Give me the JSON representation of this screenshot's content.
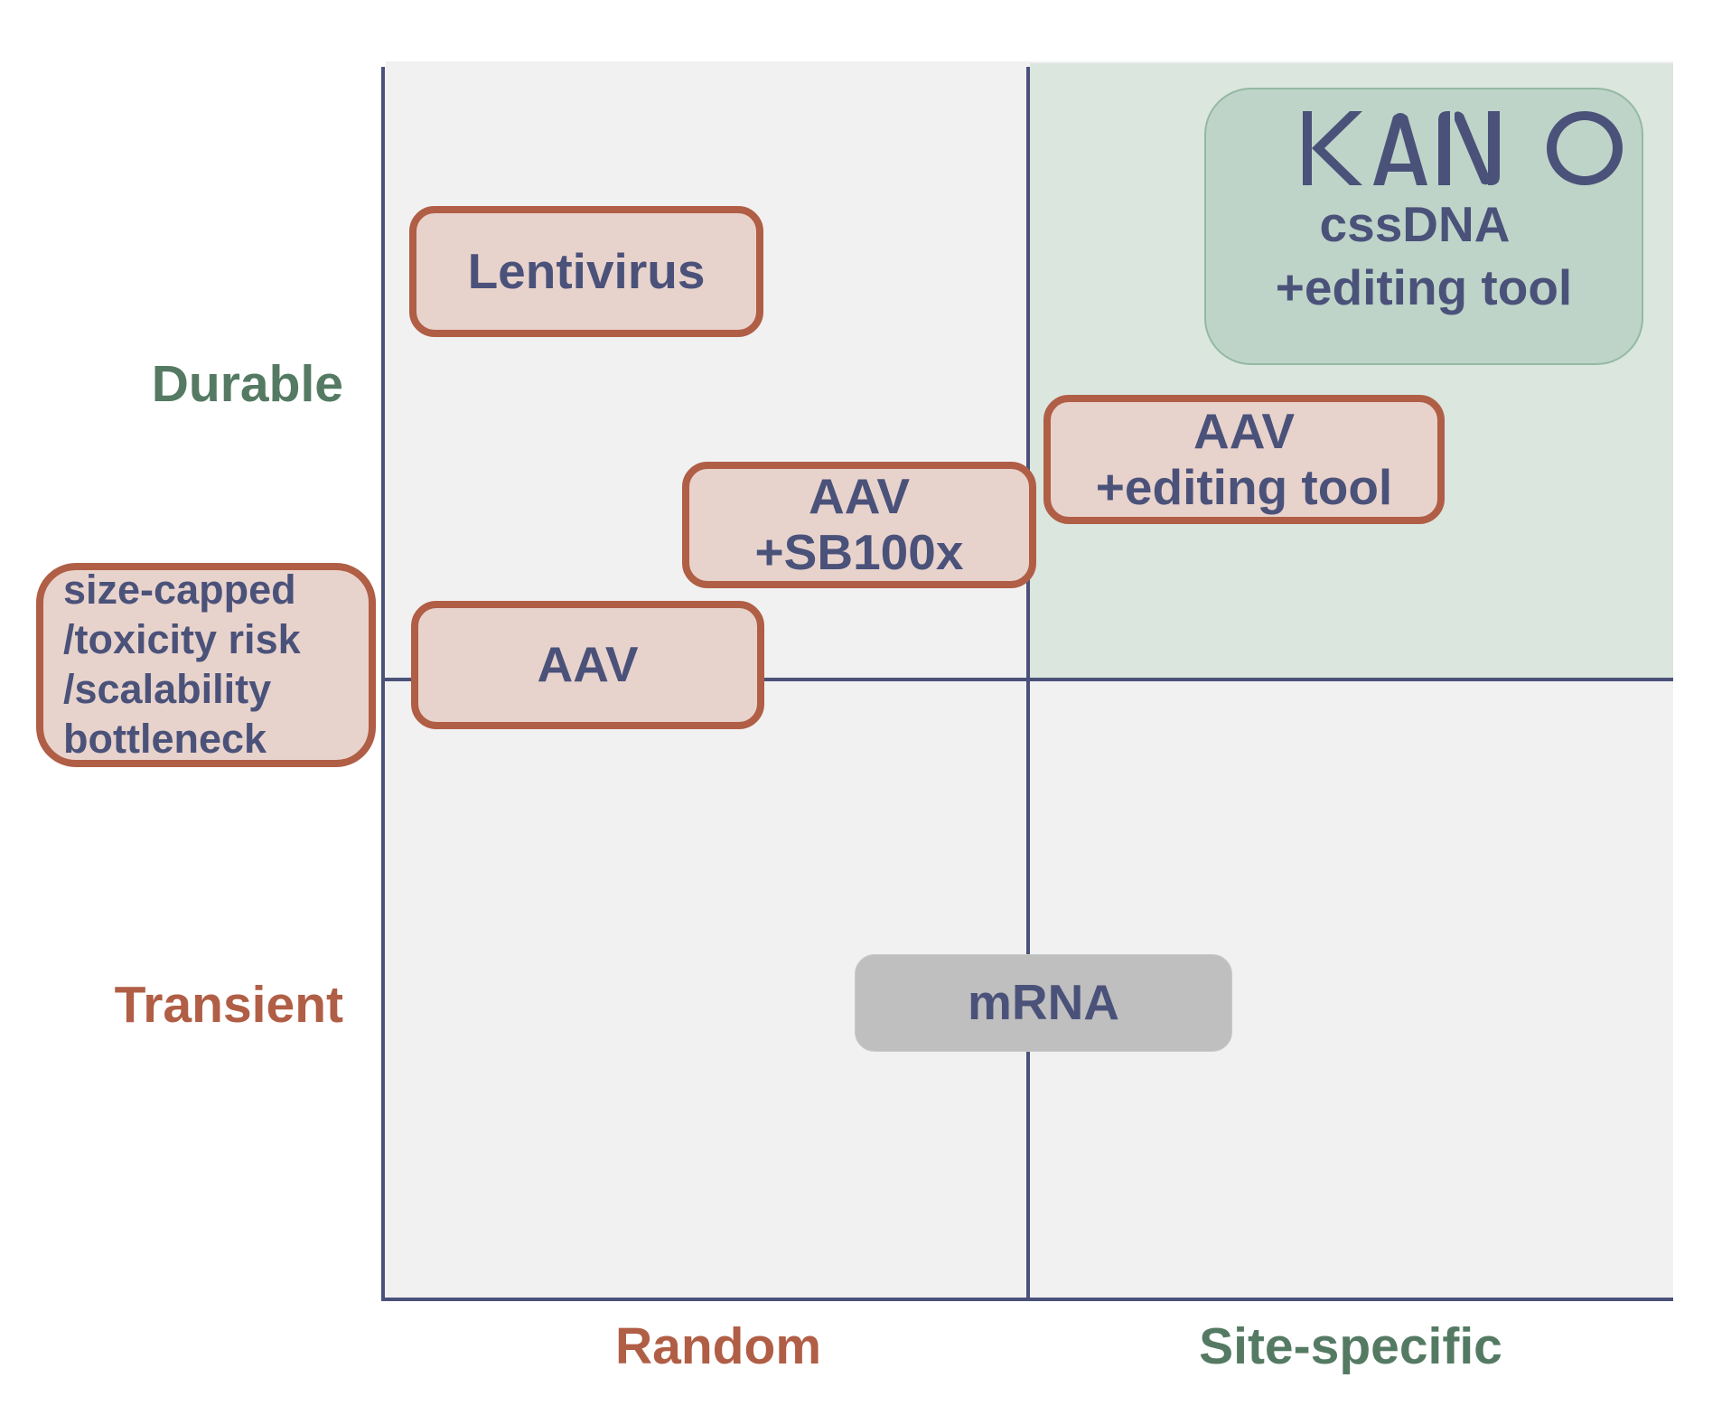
{
  "axes": {
    "y": {
      "top_label": "Durable",
      "bottom_label": "Transient"
    },
    "x": {
      "left_label": "Random",
      "right_label": "Site-specific"
    }
  },
  "colors": {
    "durable_site_specific": "#557a63",
    "random_transient": "#b05e45",
    "text_navy": "#4b527a",
    "highlight_quadrant": "#dae6de",
    "plot_background": "#f1f1f1",
    "orange_box_fill": "#e8d3cc",
    "kano_box_fill": "#bfd4c8",
    "mrna_box_fill": "#bfbfbf"
  },
  "boxes": {
    "lentivirus": {
      "label": "Lentivirus",
      "quadrant": "durable-random"
    },
    "aav_sb100x": {
      "line1": "AAV",
      "line2": "+SB100x",
      "quadrant": "durable-random/site-specific boundary"
    },
    "aav_editing": {
      "line1": "AAV",
      "line2": "+editing tool",
      "quadrant": "durable-site-specific"
    },
    "aav": {
      "label": "AAV",
      "quadrant": "durable/transient boundary, random"
    },
    "limitations": {
      "lines": [
        "size-capped",
        "/toxicity risk",
        "/scalability",
        "bottleneck"
      ]
    },
    "mrna": {
      "label": "mRNA",
      "quadrant": "transient, random/site-specific boundary"
    },
    "kano": {
      "logo_text": "KANO",
      "line1": "cssDNA",
      "line2": "+editing tool",
      "quadrant": "durable-site-specific"
    }
  }
}
